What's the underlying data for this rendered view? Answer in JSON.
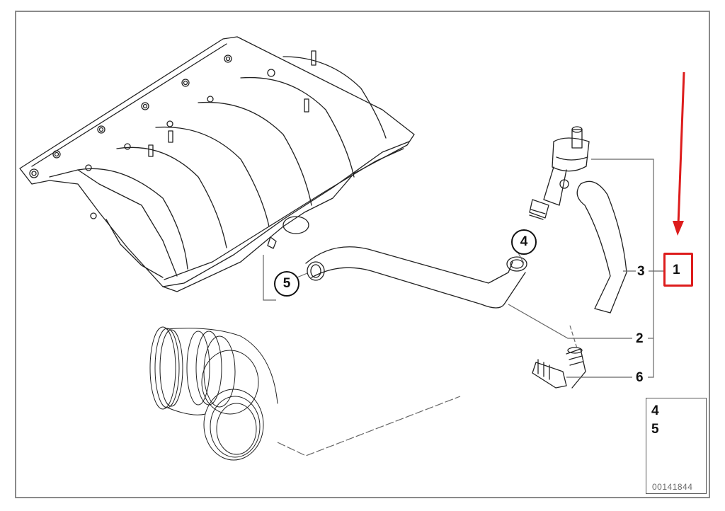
{
  "diagram": {
    "type": "exploded parts diagram",
    "subject": "intake manifold crankcase ventilation hoses",
    "catalog_number": "00141844",
    "highlight_color": "#dd1c1c"
  },
  "callouts": {
    "part_1": "1",
    "part_2": "2",
    "part_3": "3",
    "part_4": "4",
    "part_5": "5",
    "part_6": "6"
  },
  "legend": {
    "items": [
      "4",
      "5"
    ],
    "clamp_icon": "hose-clamp-icon",
    "arrow_icon": "direction-arrow-icon"
  },
  "annotation": {
    "highlighted_part": "1",
    "arrow": "red-down-arrow"
  }
}
